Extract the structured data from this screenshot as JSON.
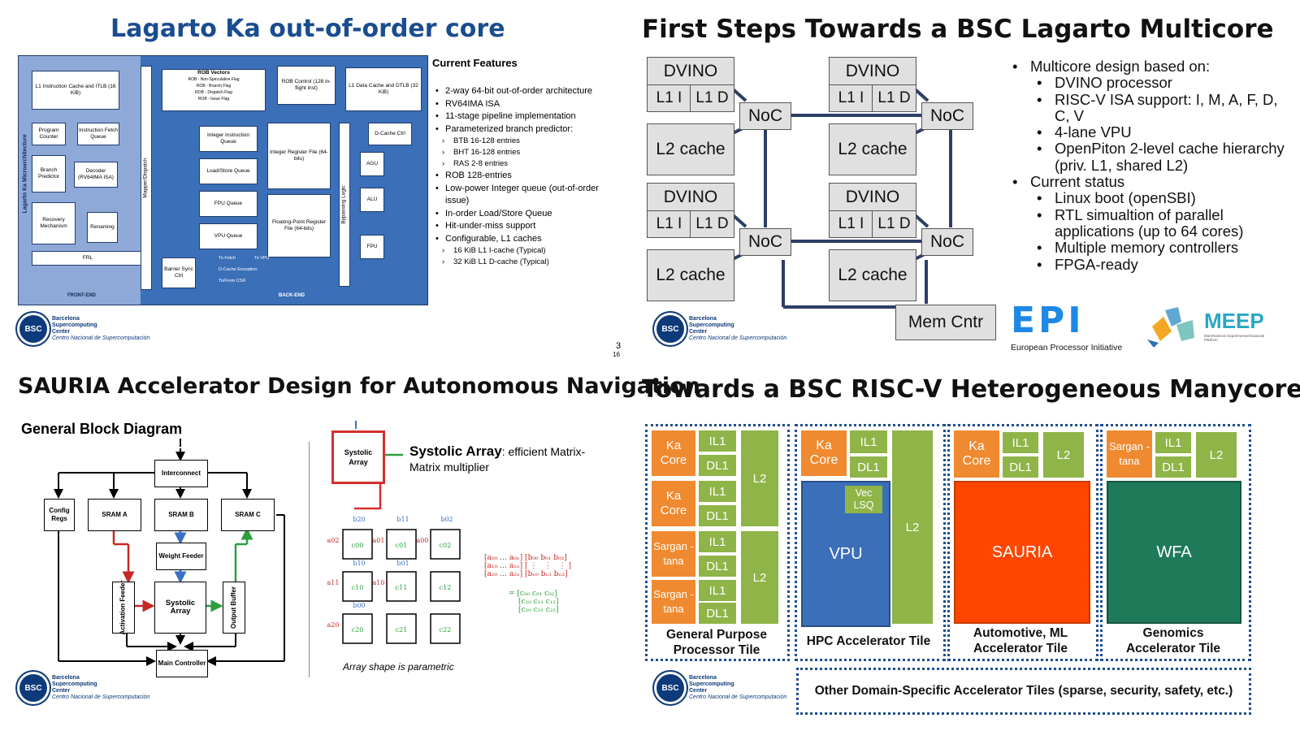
{
  "q1": {
    "title": "Lagarto Ka out-of-order core",
    "side_label": "Lagarto Ka Microarchitecture",
    "boxes": {
      "l1_icache": "L1 Instruction Cache and ITLB (16 KiB)",
      "pc": "Program Counter",
      "ifq": "Instruction Fetch Queue",
      "bp": "Branch Predictor",
      "dec": "Decoder (RV64IMA ISA)",
      "rec": "Recovery Mechanism",
      "ren": "Renaming",
      "frl": "FRL",
      "mapper": "Mapper/Dispatch",
      "rob_vec": "ROB Vectors",
      "rob_ctrl": "ROB Control (128 in-flight inst)",
      "l1_dcache": "L1 Data Cache and DTLB (32 KiB)",
      "int_q": "Integer Instruction Queue",
      "ls_q": "Load/Store Queue",
      "fpu_q": "FPU Queue",
      "vpu_q": "VPU Queue",
      "int_rf": "Integer Register File (64-bits)",
      "fp_rf": "Floating-Point Register File (64-bits)",
      "dcache_ctrl": "D-Cache Ctrl",
      "bypass": "Bypassing Logic",
      "barrier": "Barrier Sync Ctrl",
      "agu": "AGU",
      "alu": "ALU",
      "fpu": "FPU"
    },
    "rob_flags": [
      "ROB - Non-Speculative Flag",
      "ROB - Branch Flag",
      "ROB - Dispatch Flag",
      "ROB - Issue Flag"
    ],
    "to_fetch": "To Fetch",
    "to_vpu": "To VPU",
    "dcache_exc": "D-Cache Exception",
    "to_from_csr": "To/From CSR",
    "front_end": "FRONT-END",
    "back_end": "BACK-END",
    "features_title": "Current Features",
    "features": [
      {
        "text": "2-way 64-bit out-of-order architecture",
        "sub": false
      },
      {
        "text": "RV64IMA ISA",
        "sub": false
      },
      {
        "text": "11-stage pipeline implementation",
        "sub": false
      },
      {
        "text": "Parameterized branch predictor:",
        "sub": false
      },
      {
        "text": "BTB 16-128 entries",
        "sub": true
      },
      {
        "text": "BHT 16-128 entries",
        "sub": true
      },
      {
        "text": "RAS 2-8 entries",
        "sub": true
      },
      {
        "text": "ROB 128-entries",
        "sub": false
      },
      {
        "text": "Low-power Integer queue (out-of-order issue)",
        "sub": false
      },
      {
        "text": "In-order Load/Store Queue",
        "sub": false
      },
      {
        "text": "Hit-under-miss support",
        "sub": false
      },
      {
        "text": "Configurable, L1 caches",
        "sub": false
      },
      {
        "text": "16 KiB L1 I-cache (Typical)",
        "sub": true
      },
      {
        "text": "32 KiB L1 D-cache (Typical)",
        "sub": true
      }
    ],
    "page_num": "3",
    "page_total": "16"
  },
  "q2": {
    "title": "First Steps Towards a BSC Lagarto Multicore",
    "dvino": "DVINO",
    "l1i": "L1 I",
    "l1d": "L1 D",
    "noc": "NoC",
    "l2": "L2 cache",
    "memctrl": "Mem Cntr",
    "bullets": [
      {
        "text": "Multicore design based on:",
        "lvl": 1
      },
      {
        "text": "DVINO processor",
        "lvl": 2
      },
      {
        "text": "RISC-V ISA support: I, M, A, F, D, C, V",
        "lvl": 2
      },
      {
        "text": "4-lane VPU",
        "lvl": 2
      },
      {
        "text": "OpenPiton 2-level cache hierarchy (priv. L1, shared L2)",
        "lvl": 2
      },
      {
        "text": "Current status",
        "lvl": 1
      },
      {
        "text": "Linux boot (openSBI)",
        "lvl": 2
      },
      {
        "text": "RTL simualtion of parallel applications (up to 64 cores)",
        "lvl": 2
      },
      {
        "text": "Multiple memory controllers",
        "lvl": 2
      },
      {
        "text": "FPGA-ready",
        "lvl": 2
      }
    ],
    "epi_logo": "EPI",
    "epi_caption": "European Processor Initiative",
    "meep_logo": "MEEP",
    "meep_caption": "MareNostrum Experimental Exascale Platform"
  },
  "q3": {
    "title": "SAURIA Accelerator Design for Autonomous Navigation",
    "subtitle": "General Block Diagram",
    "blocks": {
      "interconnect": "Interconnect",
      "config": "Config Regs",
      "sram_a": "SRAM A",
      "sram_b": "SRAM B",
      "sram_c": "SRAM C",
      "weight": "Weight Feeder",
      "act": "Activation Feeder",
      "systolic": "Systolic Array",
      "output": "Output Buffer",
      "main": "Main Controller"
    },
    "sys_small": "Systolic Array",
    "sys_heading": "Systolic Array",
    "sys_desc": ": efficient Matrix-Matrix multiplier",
    "array_caption": "Array shape is parametric",
    "b_labels": [
      "b20",
      "b11",
      "b02",
      "b10",
      "b01",
      "b00"
    ],
    "a_labels": [
      "a02",
      "a01",
      "a00",
      "a11",
      "a10",
      "a20"
    ],
    "c_labels": [
      "c00",
      "c01",
      "c02",
      "c10",
      "c11",
      "c12",
      "c20",
      "c21",
      "c22"
    ]
  },
  "q4": {
    "title": "Towards a BSC RISC-V Heterogeneous Manycore",
    "ka_core": "Ka Core",
    "sargantana": "Sargan -tana",
    "il1": "IL1",
    "dl1": "DL1",
    "l2": "L2",
    "vec_lsq": "Vec LSQ",
    "vpu": "VPU",
    "sauria": "SAURIA",
    "wfa": "WFA",
    "tile_gpp": "General Purpose Processor Tile",
    "tile_hpc": "HPC Accelerator Tile",
    "tile_auto": "Automotive, ML Accelerator Tile",
    "tile_gen": "Genomics Accelerator Tile",
    "other": "Other Domain-Specific Accelerator Tiles (sparse, security, safety, etc.)"
  },
  "bsc": {
    "circle": "BSC",
    "line1": "Barcelona",
    "line2": "Supercomputing",
    "line3": "Center",
    "line4": "Centro Nacional de Supercomputación"
  }
}
